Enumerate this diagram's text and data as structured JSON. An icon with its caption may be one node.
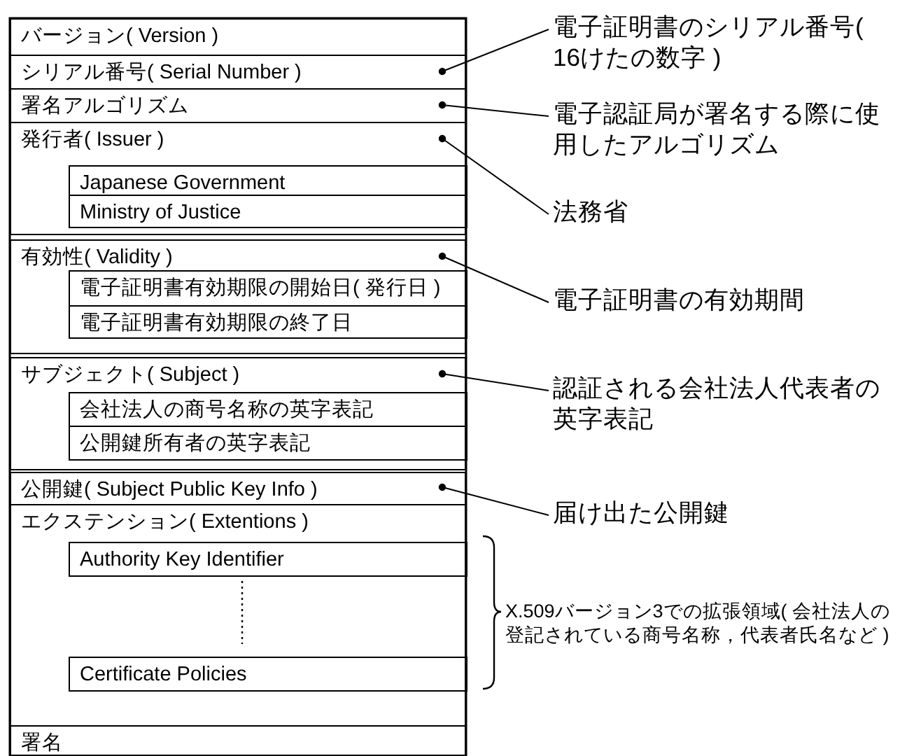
{
  "diagram": {
    "nodes": [
      {
        "text": [
          "バージョン( Version )"
        ]
      },
      {
        "text": [
          "シリアル番号( Serial Number )"
        ]
      },
      {
        "text": [
          "署名アルゴリズム"
        ]
      },
      {
        "text": [
          "発行者( Issuer )"
        ]
      },
      {
        "text": [
          "Japanese Government"
        ],
        "in": 3
      },
      {
        "text": [
          "Ministry of Justice"
        ],
        "in": 3
      },
      {
        "text": [
          "有効性( Validity )"
        ]
      },
      {
        "text": [
          "電子証明書有効期限の開始日( 発行日 )"
        ],
        "in": 6
      },
      {
        "text": [
          "電子証明書有効期限の終了日"
        ],
        "in": 6
      },
      {
        "text": [
          "サブジェクト( Subject )"
        ]
      },
      {
        "text": [
          "会社法人の商号名称の英字表記"
        ],
        "in": 9
      },
      {
        "text": [
          "公開鍵所有者の英字表記"
        ],
        "in": 9
      },
      {
        "text": [
          "公開鍵( Subject Public Key Info )"
        ]
      },
      {
        "text": [
          "エクステンション( Extentions )"
        ]
      },
      {
        "text": [
          "Authority Key Identifier"
        ],
        "in": 13
      },
      {
        "text": [
          "Certificate Policies"
        ],
        "in": 13
      },
      {
        "text": [
          "署名"
        ]
      },
      {
        "text": [
          "電子証明書のシリアル番号( 16けたの数字 )"
        ]
      },
      {
        "text": [
          "電子認証局が署名する際に使用したアルゴリズム"
        ]
      },
      {
        "text": [
          "法務省"
        ]
      },
      {
        "text": [
          "電子証明書の有効期間"
        ]
      },
      {
        "text": [
          "認証される会社法人代表者の英字表記"
        ]
      },
      {
        "text": [
          "届け出た公開鍵"
        ]
      }
    ],
    "edges": [
      {
        "from": 17,
        "to": 1,
        "arrow": "other"
      },
      {
        "from": 18,
        "to": 2,
        "arrow": "other"
      },
      {
        "from": 19,
        "to": 3,
        "arrow": "other"
      },
      {
        "from": 20,
        "to": 6,
        "arrow": "other"
      },
      {
        "from": 21,
        "to": 9,
        "arrow": "other"
      },
      {
        "from": 22,
        "to": 12,
        "arrow": "other"
      }
    ],
    "labels": [
      "X.509バージョン3での拡張領域( 会社法人の登記されている商号名称，代表者氏名など )"
    ]
  }
}
